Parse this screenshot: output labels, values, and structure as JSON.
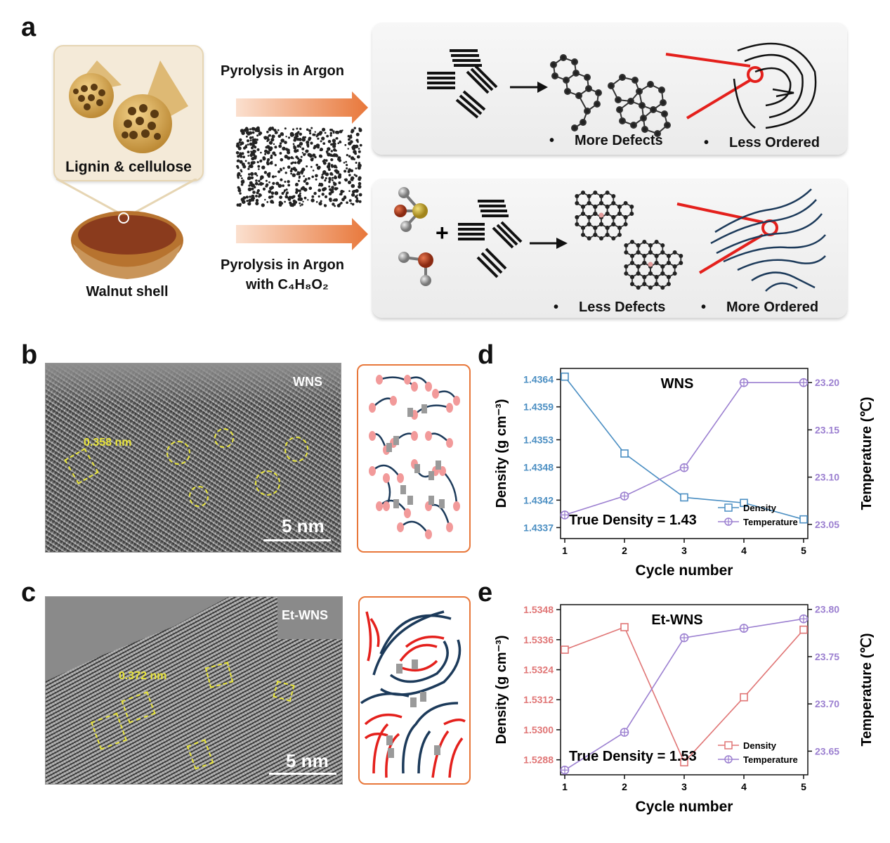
{
  "labels": {
    "a": "a",
    "b": "b",
    "c": "c",
    "d": "d",
    "e": "e"
  },
  "panel_a": {
    "material": "Lignin & cellulose",
    "source": "Walnut shell",
    "route1": "Pyrolysis in Argon",
    "route2_line1": "Pyrolysis in Argon",
    "route2_line2": "with C₄H₈O₂",
    "top_bullet1": "More Defects",
    "top_bullet2": "Less Ordered",
    "bottom_bullet1": "Less Defects",
    "bottom_bullet2": "More Ordered",
    "bullet": "•"
  },
  "panel_b": {
    "sample": "WNS",
    "spacing": "0.358 nm",
    "scale": "5 nm"
  },
  "panel_c": {
    "sample": "Et-WNS",
    "spacing": "0.372 nm",
    "scale": "5 nm"
  },
  "colors": {
    "density_d": "#4a8ec2",
    "temp": "#9b7fd0",
    "density_e": "#e07575",
    "arrow": "#e8773a",
    "red": "#e4201c",
    "navy": "#1c3a5a",
    "pink": "#f29a9a"
  },
  "chart_data": [
    {
      "type": "line",
      "panel": "d",
      "title": "WNS",
      "x": [
        1,
        2,
        3,
        4,
        5
      ],
      "xlabel": "Cycle number",
      "ylabel": "Density (g cm⁻³)",
      "y2label": "Temperature (℃)",
      "yticks": [
        "1.4364",
        "1.4359",
        "1.4353",
        "1.4348",
        "1.4342",
        "1.4337"
      ],
      "y2ticks": [
        "23.20",
        "23.15",
        "23.10",
        "23.05"
      ],
      "ylim": [
        1.4335,
        1.4366
      ],
      "y2lim": [
        23.035,
        23.215
      ],
      "annotation": "True Density = 1.43",
      "series": [
        {
          "name": "Density",
          "axis": "left",
          "marker": "square",
          "values": [
            1.43645,
            1.43505,
            1.43425,
            1.43415,
            1.43385
          ]
        },
        {
          "name": "Temperature",
          "axis": "right",
          "marker": "circle-plus",
          "values": [
            23.06,
            23.08,
            23.11,
            23.2,
            23.2
          ]
        }
      ]
    },
    {
      "type": "line",
      "panel": "e",
      "title": "Et-WNS",
      "x": [
        1,
        2,
        3,
        4,
        5
      ],
      "xlabel": "Cycle number",
      "ylabel": "Density (g cm⁻³)",
      "y2label": "Temperature (℃)",
      "yticks": [
        "1.5348",
        "1.5336",
        "1.5324",
        "1.5312",
        "1.5300",
        "1.5288"
      ],
      "y2ticks": [
        "23.80",
        "23.75",
        "23.70",
        "23.65"
      ],
      "ylim": [
        1.5282,
        1.535
      ],
      "y2lim": [
        23.625,
        23.805
      ],
      "annotation": "True Density = 1.53",
      "series": [
        {
          "name": "Density",
          "axis": "left",
          "marker": "square",
          "values": [
            1.5332,
            1.5341,
            1.5287,
            1.5313,
            1.534
          ]
        },
        {
          "name": "Temperature",
          "axis": "right",
          "marker": "circle-plus",
          "values": [
            23.63,
            23.67,
            23.77,
            23.78,
            23.79
          ]
        }
      ]
    }
  ]
}
